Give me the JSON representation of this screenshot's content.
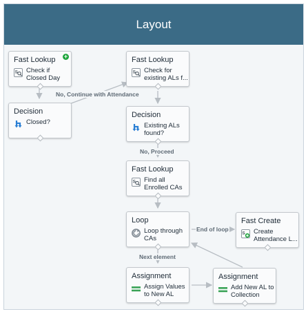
{
  "header": {
    "title": "Layout"
  },
  "nodes": {
    "fast_lookup_closed": {
      "type": "Fast Lookup",
      "label": "Check if\nClosed Day",
      "icon": "fast-lookup-icon"
    },
    "decision_closed": {
      "type": "Decision",
      "label": "Closed?",
      "icon": "decision-icon"
    },
    "fast_lookup_existing": {
      "type": "Fast Lookup",
      "label": "Check for\nexisting ALs f...",
      "icon": "fast-lookup-icon"
    },
    "decision_existing": {
      "type": "Decision",
      "label": "Existing ALs\nfound?",
      "icon": "decision-icon"
    },
    "fast_lookup_enrolled": {
      "type": "Fast Lookup",
      "label": "Find all\nEnrolled CAs",
      "icon": "fast-lookup-icon"
    },
    "loop_cas": {
      "type": "Loop",
      "label": "Loop through\nCAs",
      "icon": "loop-icon"
    },
    "fast_create_attendance": {
      "type": "Fast Create",
      "label": "Create\nAttendance L...",
      "icon": "fast-create-icon"
    },
    "assignment_values": {
      "type": "Assignment",
      "label": "Assign Values\nto New AL",
      "icon": "assignment-icon"
    },
    "assignment_collection": {
      "type": "Assignment",
      "label": "Add New AL to\nCollection",
      "icon": "assignment-icon"
    }
  },
  "connectors": {
    "no_continue": "No, Continue with Attendance",
    "no_proceed": "No, Proceed",
    "end_of_loop": "End of loop",
    "next_element": "Next element"
  },
  "colors": {
    "header_bg": "#3b6b86",
    "canvas_bg": "#f3f6f8",
    "start_badge": "#1ea53c",
    "decision_icon": "#2a7fd4",
    "assignment_icon": "#3aa357"
  }
}
